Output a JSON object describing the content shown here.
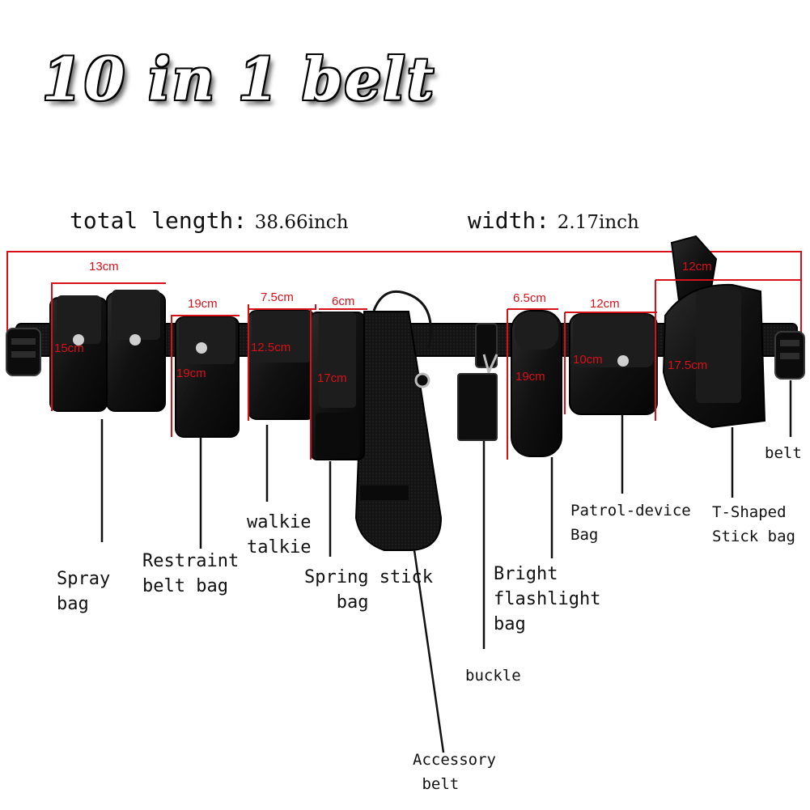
{
  "title": "10 in 1 belt",
  "specs": {
    "total_length_label": "total length:",
    "total_length_value": "38.66inch",
    "width_label": "width:",
    "width_value": "2.17inch"
  },
  "dimensions": {
    "spray_width": "13cm",
    "spray_height": "15cm",
    "restraint_width": "19cm",
    "restraint_height": "19cm",
    "walkie_width": "7.5cm",
    "walkie_height": "12.5cm",
    "spring_width": "6cm",
    "spring_height": "17cm",
    "flashlight_width": "6.5cm",
    "flashlight_height": "19cm",
    "patrol_width": "12cm",
    "patrol_height": "10cm",
    "tshaped_width": "12cm",
    "tshaped_height": "17.5cm"
  },
  "labels": {
    "spray": "Spray\nbag",
    "restraint": "Restraint\nbelt bag",
    "walkie": "walkie\ntalkie",
    "spring": "Spring stick\n   bag",
    "accessory": "Accessory\n belt",
    "buckle": "buckle",
    "flashlight": "Bright\nflashlight\nbag",
    "patrol": "Patrol-device\nBag",
    "tshaped": "T-Shaped\nStick bag",
    "belt": "belt"
  },
  "colors": {
    "dimension_lines": "#d8101a",
    "belt_nylon": "#111111",
    "text": "#111111"
  }
}
